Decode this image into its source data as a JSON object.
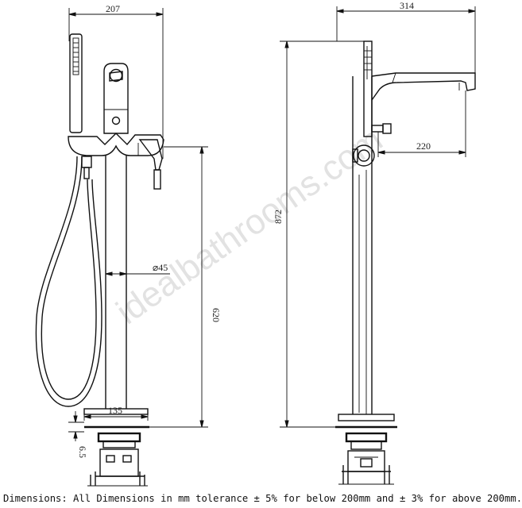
{
  "diagram": {
    "watermark": "idealbathrooms.com",
    "front_view": {
      "dim_width": "207",
      "dim_pipe": "⌀45",
      "dim_height": "620",
      "dim_base": "135",
      "dim_plate": "6.5"
    },
    "side_view": {
      "dim_width": "314",
      "dim_spout": "220",
      "dim_height": "872"
    },
    "footnote": "Dimensions: All Dimensions in mm tolerance ± 5% for below 200mm and ± 3% for above 200mm."
  }
}
